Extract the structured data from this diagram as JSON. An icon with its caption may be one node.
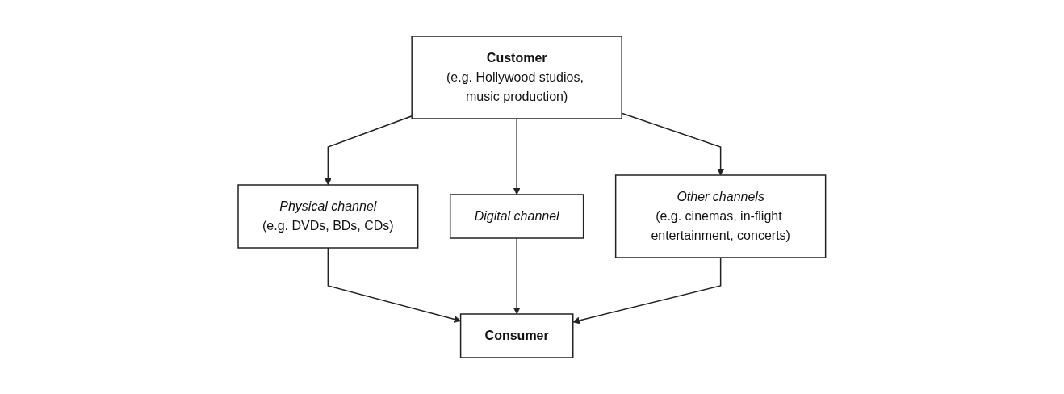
{
  "diagram": {
    "nodes": [
      {
        "text": [
          "Customer",
          "(e.g. Hollywood studios, music production)"
        ]
      },
      {
        "text": [
          "Physical channel",
          "(e.g. DVDs, BDs, CDs)"
        ]
      },
      {
        "text": [
          "Digital channel"
        ]
      },
      {
        "text": [
          "Other channels",
          "(e.g. cinemas, in-flight entertainment, concerts)"
        ]
      },
      {
        "text": [
          "Consumer"
        ]
      }
    ],
    "edges": [
      {
        "from": 0,
        "to": 1,
        "arrow": "to"
      },
      {
        "from": 0,
        "to": 2,
        "arrow": "to"
      },
      {
        "from": 0,
        "to": 3,
        "arrow": "to"
      },
      {
        "from": 1,
        "to": 4,
        "arrow": "to"
      },
      {
        "from": 2,
        "to": 4,
        "arrow": "to"
      },
      {
        "from": 3,
        "to": 4,
        "arrow": "to"
      }
    ]
  }
}
